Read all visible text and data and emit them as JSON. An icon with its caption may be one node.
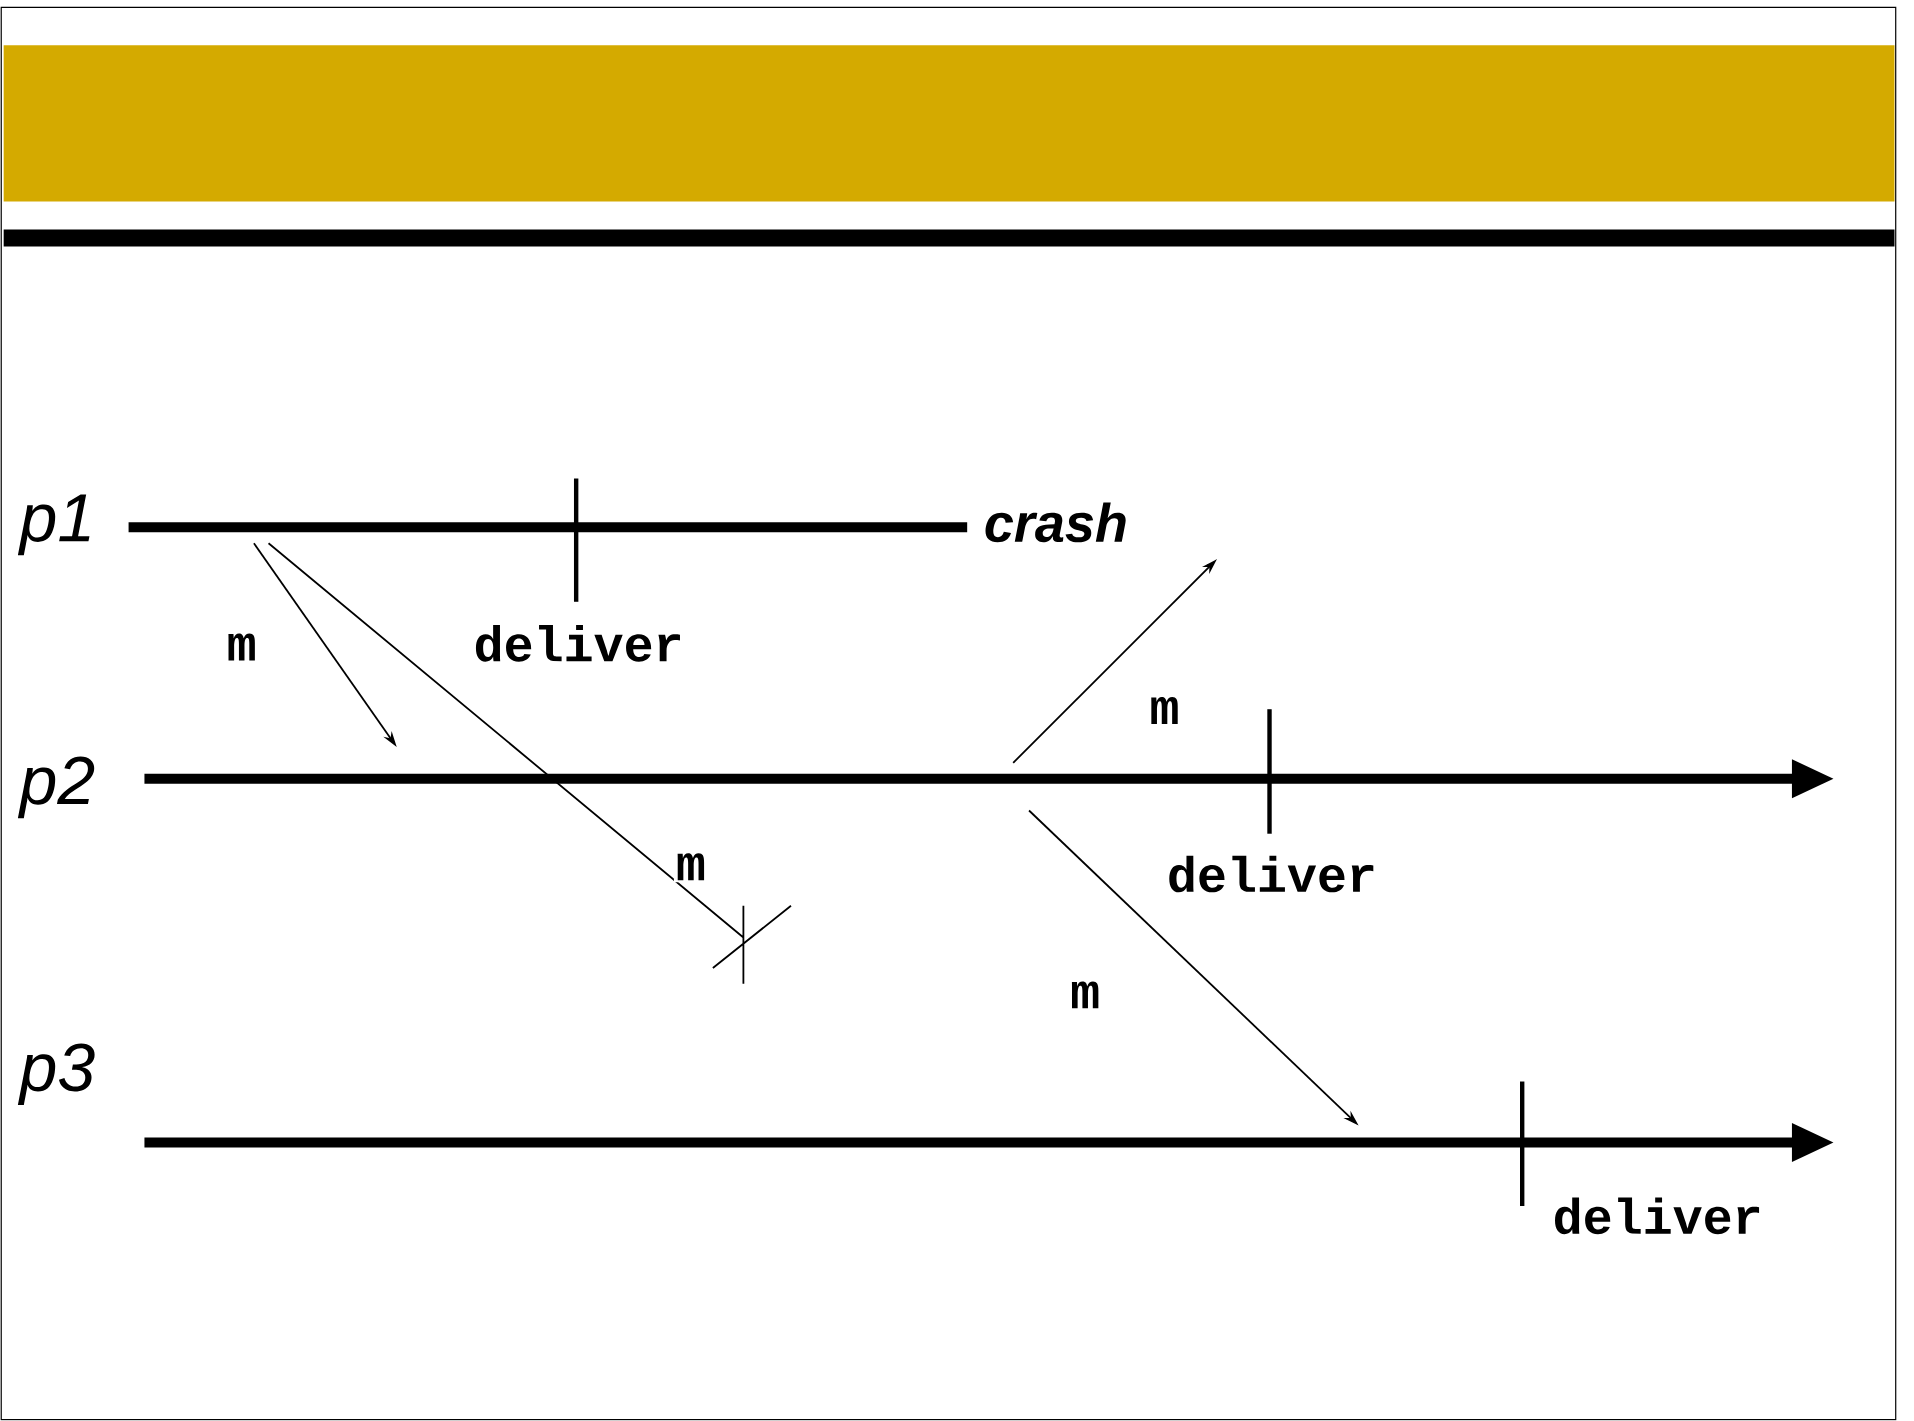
{
  "diagram": {
    "nodes": [
      {
        "text": [],
        "shape": "bar",
        "beside": [
          "p1",
          "crash"
        ]
      },
      {
        "text": [],
        "shape": "bar",
        "beside": [
          "p2"
        ]
      },
      {
        "text": [],
        "shape": "bar",
        "beside": [
          "p3"
        ]
      }
    ],
    "edges": [
      {
        "from": 0,
        "to": 1,
        "arrow": "to",
        "label": "m"
      },
      {
        "from": 0,
        "to": null,
        "arrow": "none",
        "label": "m"
      },
      {
        "from": 1,
        "to": null,
        "arrow": "to",
        "label": "m"
      },
      {
        "from": 1,
        "to": 2,
        "arrow": "to",
        "label": "m"
      }
    ],
    "labels": [
      "deliver",
      "deliver",
      "deliver"
    ]
  }
}
